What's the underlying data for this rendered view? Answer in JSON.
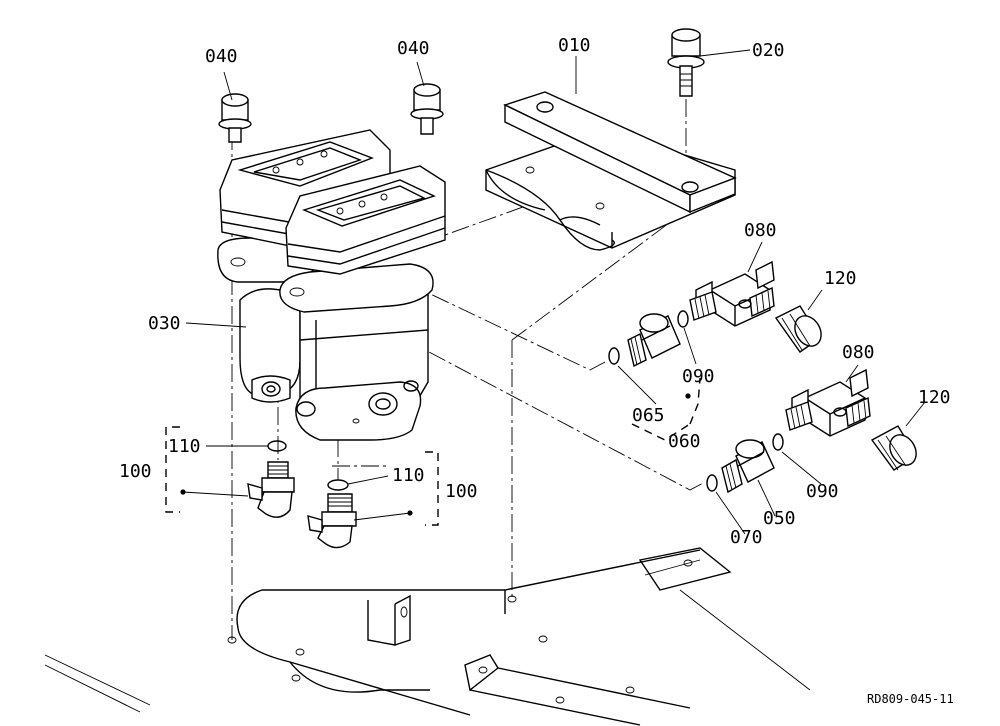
{
  "diagram": {
    "reference_code": "RD809-045-11",
    "callouts": {
      "c010": "010",
      "c020": "020",
      "c030": "030",
      "c040a": "040",
      "c040b": "040",
      "c050": "050",
      "c060": "060",
      "c065": "065",
      "c070": "070",
      "c080a": "080",
      "c080b": "080",
      "c090a": "090",
      "c090b": "090",
      "c100a": "100",
      "c100b": "100",
      "c110a": "110",
      "c110b": "110",
      "c120a": "120",
      "c120b": "120"
    }
  }
}
